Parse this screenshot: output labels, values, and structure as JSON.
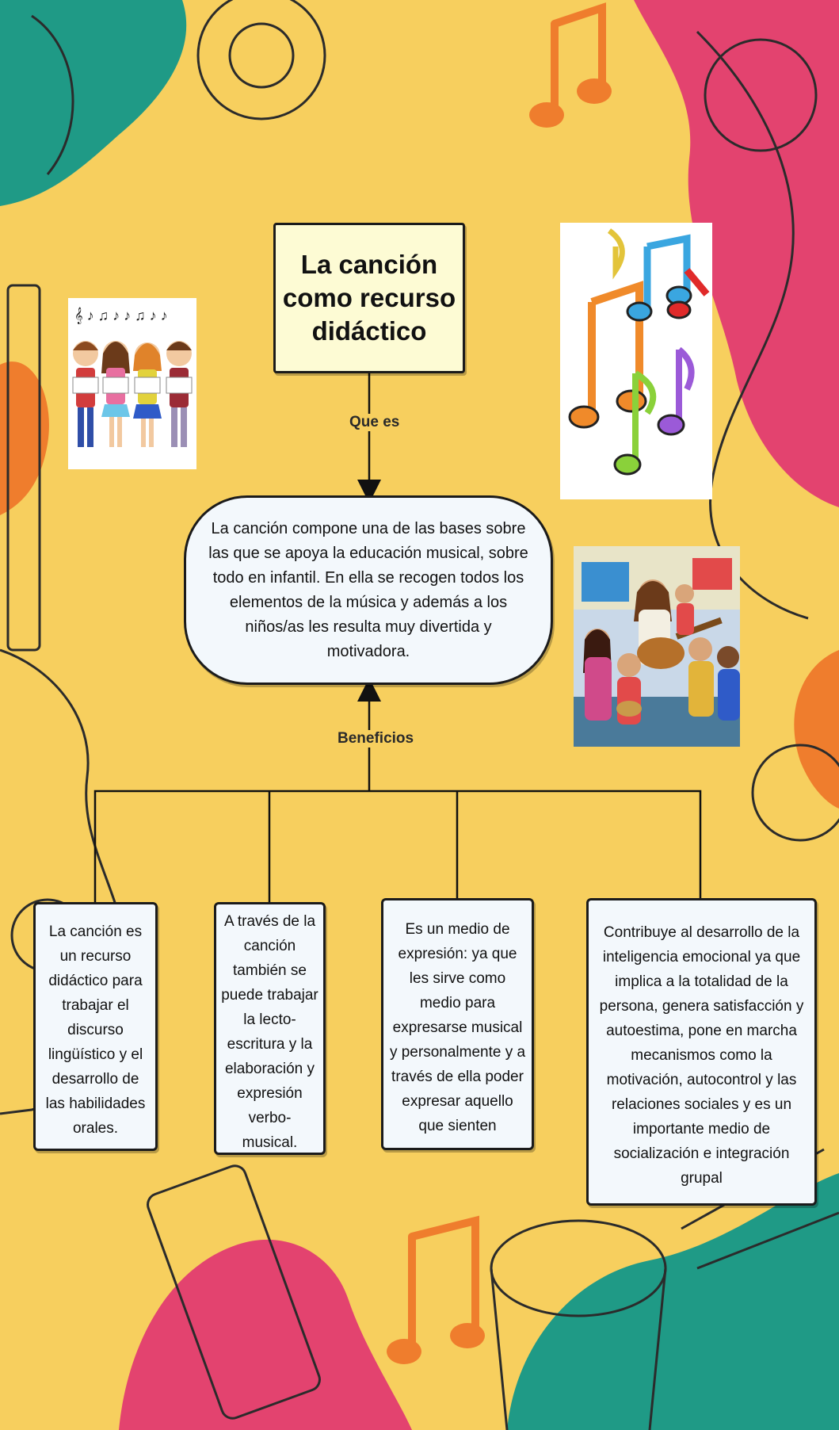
{
  "diagram": {
    "title": "La canción como recurso didáctico",
    "edge_que_es": "Que es",
    "definition": "La canción compone una de las bases sobre las que se apoya la educación musical, sobre todo en infantil. En ella se recogen todos los elementos de la música y además a los niños/as les resulta muy divertida y motivadora.",
    "edge_beneficios": "Beneficios",
    "benefits": [
      "La canción es un recurso didáctico para trabajar el discurso lingüístico y el desarrollo de las habilidades orales.",
      "A través de la canción también se puede trabajar la lecto-escritura y la elaboración y expresión verbo-musical.",
      "Es un medio de expresión: ya que les sirve como medio para expresarse musical y personalmente y a través de ella poder expresar aquello que sienten",
      "Contribuye al desarrollo de la inteligencia emocional ya que implica a la totalidad de la persona, genera satisfacción y autoestima, pone en marcha mecanismos como la motivación, autocontrol y las relaciones sociales y es un importante medio de socialización e integración grupal"
    ]
  },
  "colors": {
    "background": "#f7cf5e",
    "teal": "#1f9a86",
    "pink": "#e3436f",
    "orange": "#ef7d2d",
    "box_fill": "#f3f8fc",
    "title_fill": "#fdfbd4"
  },
  "images": [
    {
      "name": "singing-children-illustration"
    },
    {
      "name": "music-notes-illustration"
    },
    {
      "name": "teacher-guitar-children-photo"
    }
  ]
}
